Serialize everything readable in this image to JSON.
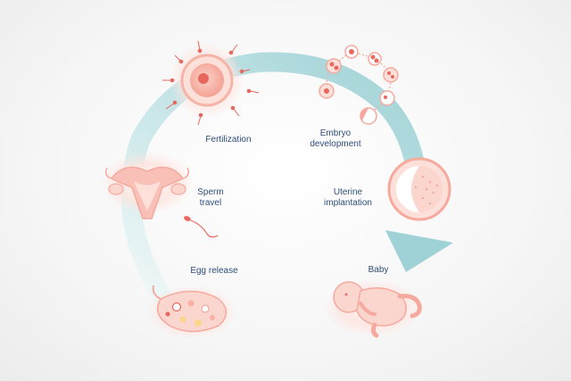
{
  "stages": [
    {
      "id": "fertilization",
      "label": "Fertilization"
    },
    {
      "id": "embryo",
      "label_lines": [
        "Embryo",
        "development"
      ]
    },
    {
      "id": "sperm",
      "label_lines": [
        "Sperm",
        "travel"
      ]
    },
    {
      "id": "uterine",
      "label_lines": [
        "Uterine",
        "implantation"
      ]
    },
    {
      "id": "egg",
      "label": "Egg release"
    },
    {
      "id": "baby",
      "label": "Baby"
    }
  ],
  "colors": {
    "arrow_light": "#e6f3f4",
    "arrow_dark": "#9fd2d6",
    "pink_light": "#fbd6cf",
    "pink_mid": "#f6a99d",
    "pink_dark": "#e8675e",
    "label_text": "#2f4f7a"
  }
}
